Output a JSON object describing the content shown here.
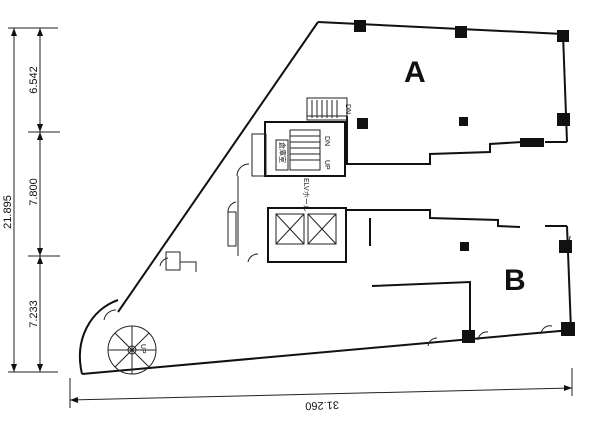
{
  "units": {
    "a_label": "A",
    "b_label": "B"
  },
  "dimensions": {
    "overall_height": "21.895",
    "segment_top": "6.542",
    "segment_middle": "7.800",
    "segment_bottom": "7.233",
    "overall_width": "31.260"
  },
  "core": {
    "elevator_label": "ELVホール",
    "stair_up": "UP",
    "stair_dn": "DN",
    "stair_dn_upper": "DN",
    "spiral_up": "UP",
    "storage_label": "倉庫室"
  }
}
